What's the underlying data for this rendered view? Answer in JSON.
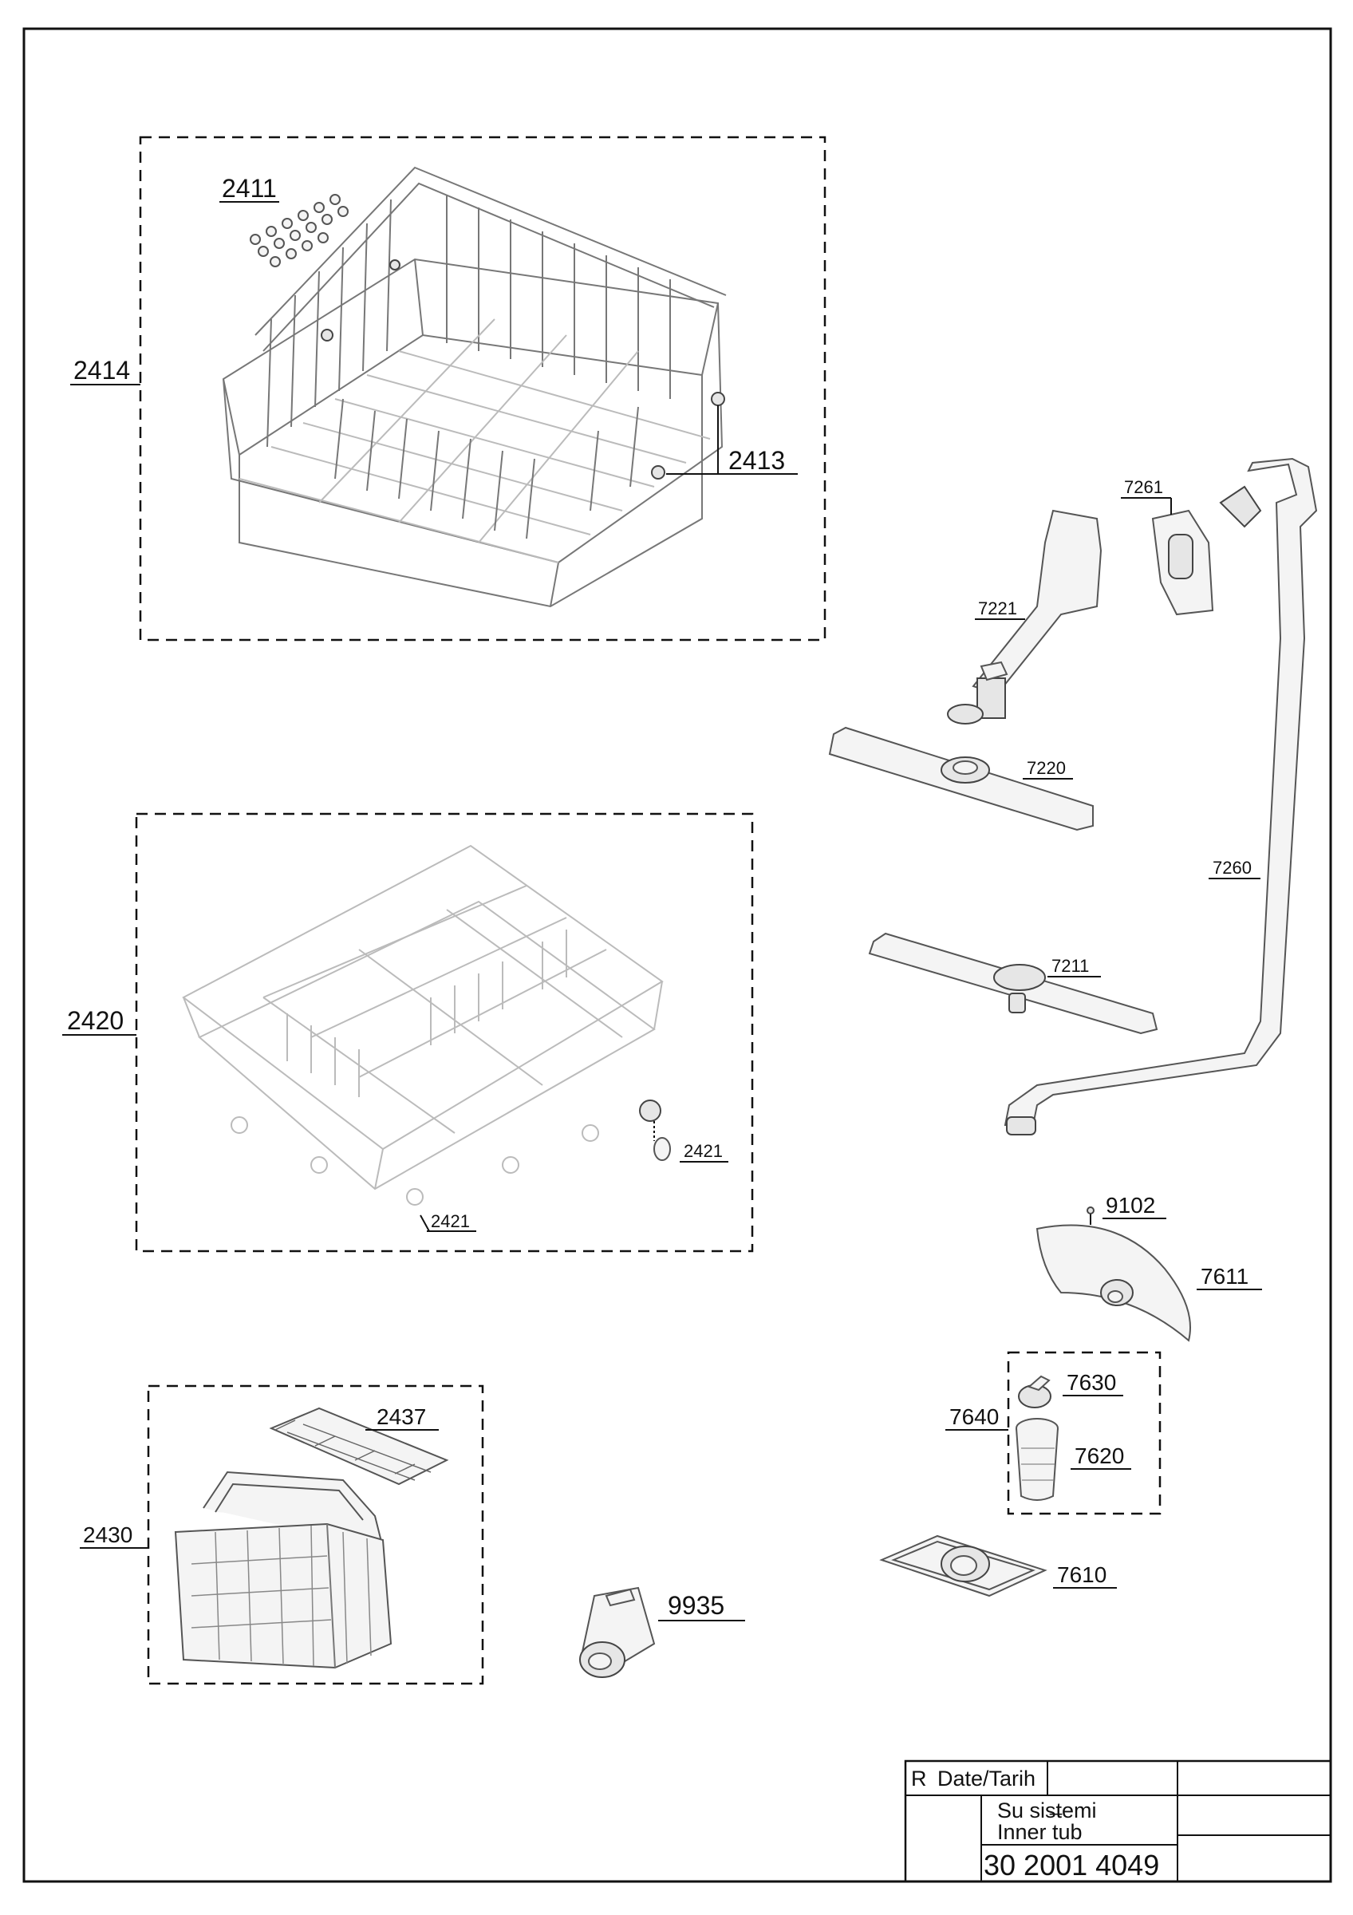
{
  "labels": {
    "p2411": "2411",
    "p2414": "2414",
    "p2413": "2413",
    "p2420": "2420",
    "p2421a": "2421",
    "p2421b": "2421",
    "p2430": "2430",
    "p2437": "2437",
    "p9935": "9935",
    "p7261": "7261",
    "p7221": "7221",
    "p7220": "7220",
    "p7260": "7260",
    "p7211": "7211",
    "p9102": "9102",
    "p7611": "7611",
    "p7630": "7630",
    "p7640": "7640",
    "p7620": "7620",
    "p7610": "7610"
  },
  "title_block": {
    "revision": "R",
    "date_label": "Date/Tarih",
    "title_tr": "Su sis̶temi",
    "title_en": "Inner tub",
    "doc_number": "30 2001 4049"
  }
}
